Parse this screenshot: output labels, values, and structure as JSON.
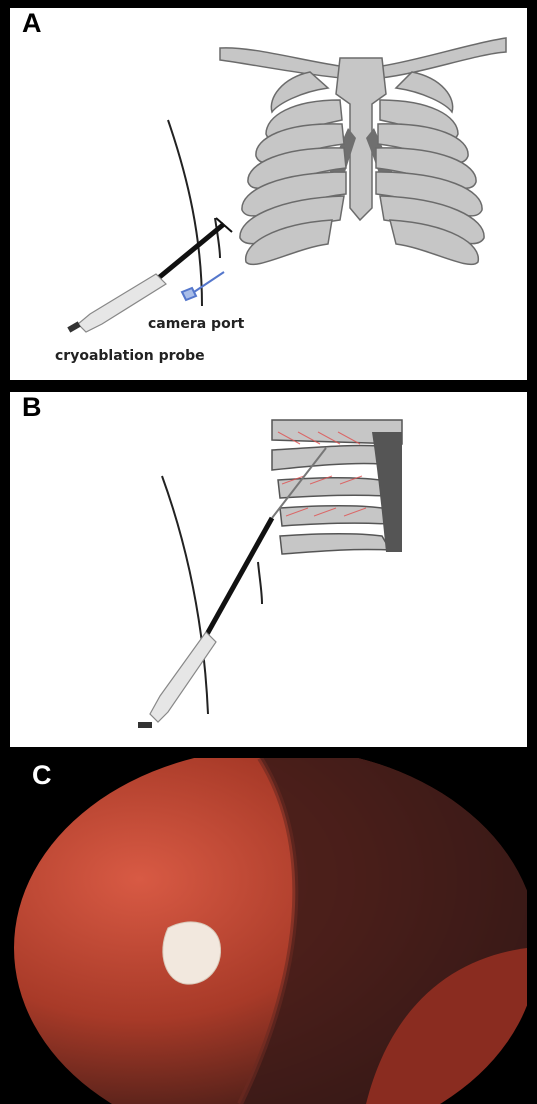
{
  "panels": {
    "a": {
      "label": "A"
    },
    "b": {
      "label": "B"
    },
    "c": {
      "label": "C"
    }
  },
  "annotations": {
    "camera_port": "camera port",
    "cryoablation_probe": "cryoablation probe"
  },
  "colors": {
    "bone": "#c6c6c6",
    "bone_outline": "#6b6b6b",
    "bone_shadow": "#6f6f6f",
    "probe_shaft": "#111111",
    "port": "#5577cc",
    "ablation_marks": "#e05050",
    "tissue": "#a83a28"
  }
}
